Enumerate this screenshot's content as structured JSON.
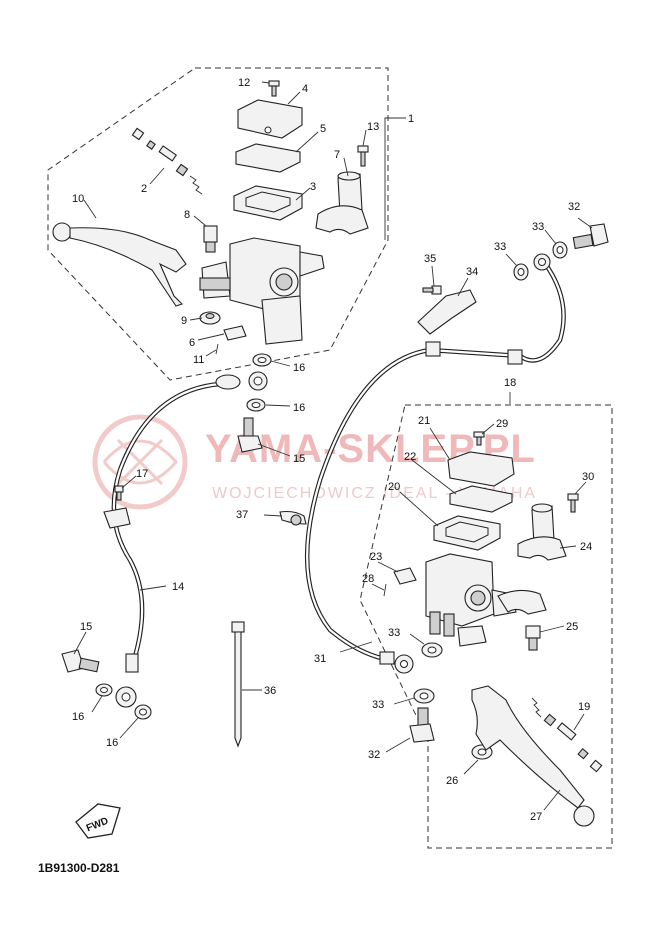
{
  "watermark": {
    "brand": "YAMA-SKLEP.PL",
    "tagline": "WOJCIECHOWICZ IDEAL - YAMAHA"
  },
  "diagram_code": "1B91300-D281",
  "fwd_label": "FWD",
  "callouts": [
    {
      "id": "c1",
      "text": "1"
    },
    {
      "id": "c2",
      "text": "2"
    },
    {
      "id": "c3",
      "text": "3"
    },
    {
      "id": "c4",
      "text": "4"
    },
    {
      "id": "c5",
      "text": "5"
    },
    {
      "id": "c6",
      "text": "6"
    },
    {
      "id": "c7",
      "text": "7"
    },
    {
      "id": "c8",
      "text": "8"
    },
    {
      "id": "c9",
      "text": "9"
    },
    {
      "id": "c10",
      "text": "10"
    },
    {
      "id": "c11",
      "text": "11"
    },
    {
      "id": "c12",
      "text": "12"
    },
    {
      "id": "c13",
      "text": "13"
    },
    {
      "id": "c14",
      "text": "14"
    },
    {
      "id": "c15a",
      "text": "15"
    },
    {
      "id": "c15b",
      "text": "15"
    },
    {
      "id": "c16a",
      "text": "16"
    },
    {
      "id": "c16b",
      "text": "16"
    },
    {
      "id": "c16c",
      "text": "16"
    },
    {
      "id": "c16d",
      "text": "16"
    },
    {
      "id": "c17",
      "text": "17"
    },
    {
      "id": "c18",
      "text": "18"
    },
    {
      "id": "c19",
      "text": "19"
    },
    {
      "id": "c20",
      "text": "20"
    },
    {
      "id": "c21",
      "text": "21"
    },
    {
      "id": "c22",
      "text": "22"
    },
    {
      "id": "c23",
      "text": "23"
    },
    {
      "id": "c24",
      "text": "24"
    },
    {
      "id": "c25",
      "text": "25"
    },
    {
      "id": "c26",
      "text": "26"
    },
    {
      "id": "c27",
      "text": "27"
    },
    {
      "id": "c28",
      "text": "28"
    },
    {
      "id": "c29",
      "text": "29"
    },
    {
      "id": "c30",
      "text": "30"
    },
    {
      "id": "c31",
      "text": "31"
    },
    {
      "id": "c32a",
      "text": "32"
    },
    {
      "id": "c32b",
      "text": "32"
    },
    {
      "id": "c33a",
      "text": "33"
    },
    {
      "id": "c33b",
      "text": "33"
    },
    {
      "id": "c33c",
      "text": "33"
    },
    {
      "id": "c33d",
      "text": "33"
    },
    {
      "id": "c34",
      "text": "34"
    },
    {
      "id": "c35",
      "text": "35"
    },
    {
      "id": "c36",
      "text": "36"
    },
    {
      "id": "c37",
      "text": "37"
    }
  ]
}
